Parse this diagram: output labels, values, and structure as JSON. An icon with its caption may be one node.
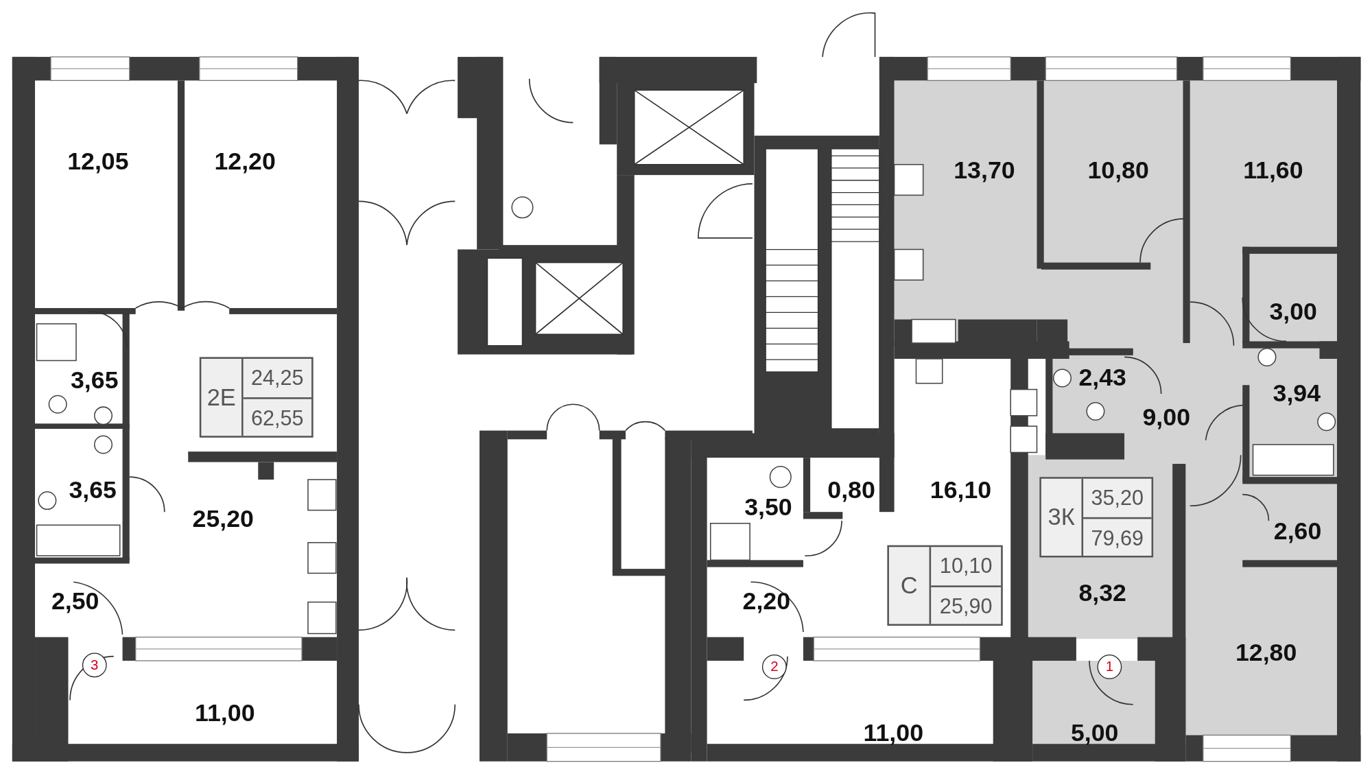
{
  "diagram": {
    "nodes": [
      {
        "text": [
          "2Е",
          "24,25",
          "62,55"
        ]
      },
      {
        "text": [
          "3К",
          "35,20",
          "79,69"
        ]
      },
      {
        "text": [
          "С",
          "10,10",
          "25,90"
        ]
      },
      {
        "text": [
          "3"
        ]
      },
      {
        "text": [
          "2"
        ]
      },
      {
        "text": [
          "1"
        ]
      }
    ],
    "labels": [
      "12,05",
      "12,20",
      "13,70",
      "10,80",
      "11,60",
      "3,00",
      "3,65",
      "2,43",
      "3,94",
      "9,00",
      "3,65",
      "0,80",
      "16,10",
      "3,50",
      "25,20",
      "2,60",
      "8,32",
      "2,50",
      "2,20",
      "12,80",
      "11,00",
      "11,00",
      "5,00"
    ]
  }
}
